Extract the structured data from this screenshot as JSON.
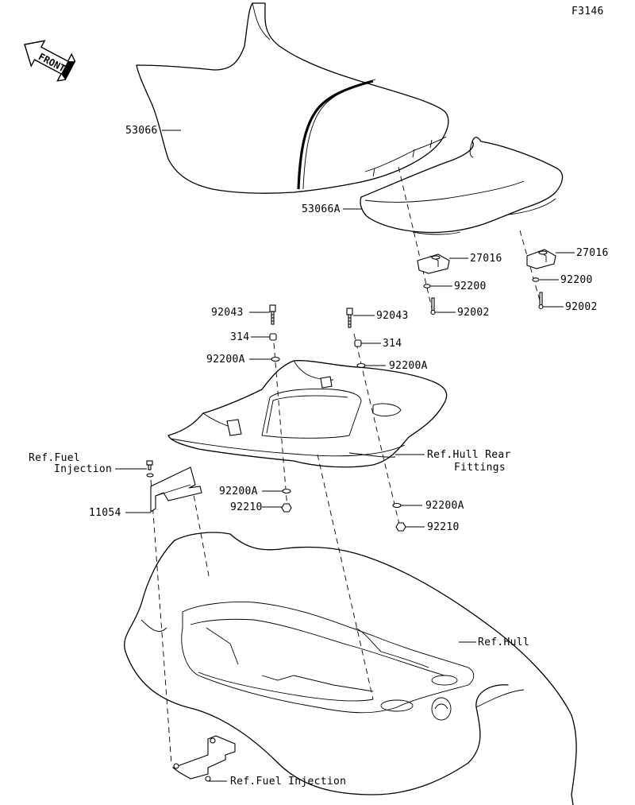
{
  "figure_code": "F3146",
  "front_arrow": "FRONT",
  "labels": {
    "p53066": "53066",
    "p53066a": "53066A",
    "p27016_left": "27016",
    "p27016_right": "27016",
    "p92200_left": "92200",
    "p92200_right": "92200",
    "p92002_left": "92002",
    "p92002_right": "92002",
    "p92043_left": "92043",
    "p92043_right": "92043",
    "p314_left": "314",
    "p314_right": "314",
    "p92200a_left_top": "92200A",
    "p92200a_right_top": "92200A",
    "ref_fuel_line1": "Ref.Fuel",
    "ref_fuel_line2": "Injection",
    "ref_hull_rear_line1": "Ref.Hull Rear",
    "ref_hull_rear_line2": "Fittings",
    "p92200a_left_bottom": "92200A",
    "p92210_left": "92210",
    "p92200a_right_bottom": "92200A",
    "p92210_right": "92210",
    "p11054": "11054",
    "ref_hull": "Ref.Hull",
    "ref_fuel_bottom": "Ref.Fuel Injection"
  }
}
